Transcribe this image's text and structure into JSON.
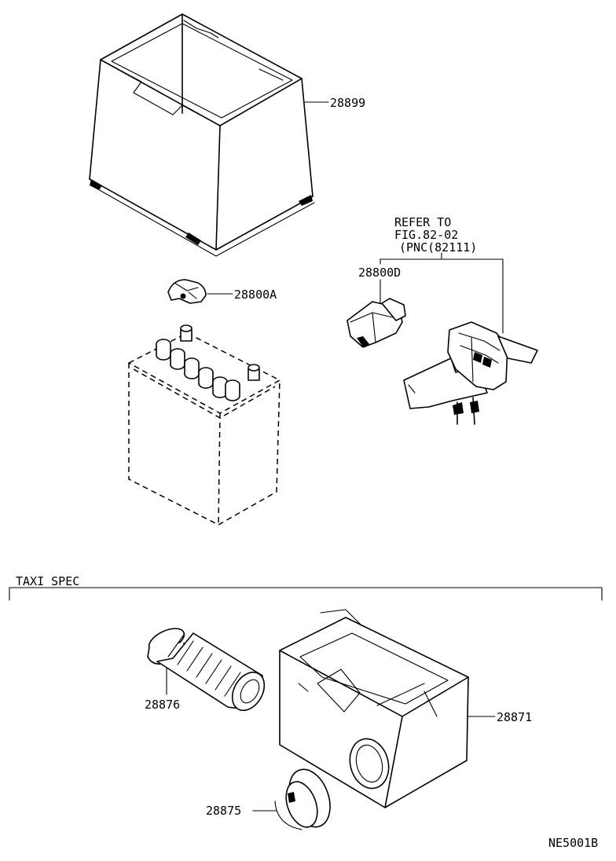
{
  "part_labels": {
    "battery_cover": "28899",
    "terminal_clamp": "28800A",
    "terminal_cover": "28800D",
    "tube": "28876",
    "grommet": "28875",
    "battery_box": "28871"
  },
  "reference_note": {
    "line1": "REFER TO",
    "line2": "FIG.82-02",
    "line3": "(PNC(82111)"
  },
  "section_title": "TAXI SPEC",
  "figure_code": "NE5001B"
}
